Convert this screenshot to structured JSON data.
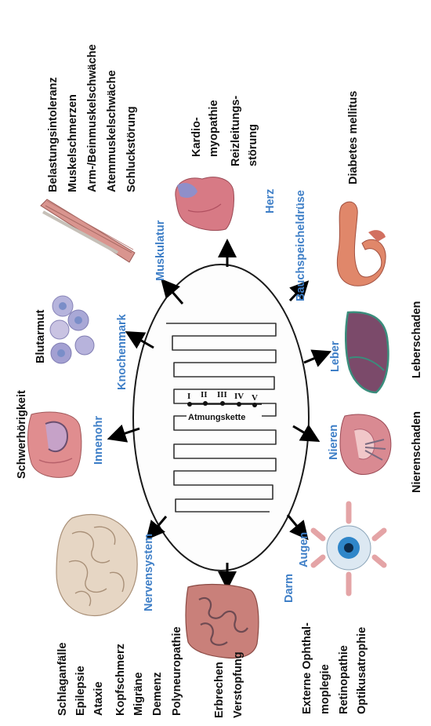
{
  "mitochondrion": {
    "complexes": [
      "I",
      "II",
      "III",
      "IV",
      "V"
    ],
    "chain_label": "Atmungskette"
  },
  "organs": {
    "muskulatur": "Muskulatur",
    "herz": "Herz",
    "bauchspeicheldruese": "Bauchspeicheldrüse",
    "leber": "Leber",
    "nieren": "Nieren",
    "augen": "Augen",
    "darm": "Darm",
    "nervensystem": "Nervensystem",
    "innenohr": "Innenohr",
    "knochenmark": "Knochenmark"
  },
  "symptoms": {
    "muskulatur": [
      "Belastungsintoleranz",
      "Muskelschmerzen",
      "Arm-/Beinmuskelschwäche",
      "Atemmuskelschwäche",
      "Schluckstörung"
    ],
    "herz": [
      "Kardio-",
      "myopathie",
      "Reizleitungs-",
      "störung"
    ],
    "bauchspeicheldruese": [
      "Diabetes mellitus"
    ],
    "leber": [
      "Leberschaden"
    ],
    "nieren": [
      "Nierenschaden"
    ],
    "augen": [
      "Externe Ophthal-",
      "moplegie",
      "Retinopathie",
      "Optikusatrophie"
    ],
    "darm": [
      "Erbrechen",
      "Verstopfung"
    ],
    "nervensystem": [
      "Schlaganfälle",
      "Epilepsie",
      "Ataxie",
      "Kopfschmerz",
      "Migräne",
      "Demenz",
      "Polyneuropathie"
    ],
    "innenohr": [
      "Schwerhörigkeit"
    ],
    "knochenmark": [
      "Blutarmut"
    ]
  },
  "colors": {
    "organ_label": "#3f7fc7",
    "symptom_text": "#111111",
    "muscle": "#d9958f",
    "heart": "#d77a85",
    "pancreas": "#e0876a",
    "liver": "#7b4a6a",
    "kidney": "#d98a92",
    "eye_iris": "#2f86c9",
    "bowel": "#c9807a",
    "brain": "#e6d6c4",
    "ear": "#e08d8f",
    "blood_cell": "#a9a8d6"
  }
}
